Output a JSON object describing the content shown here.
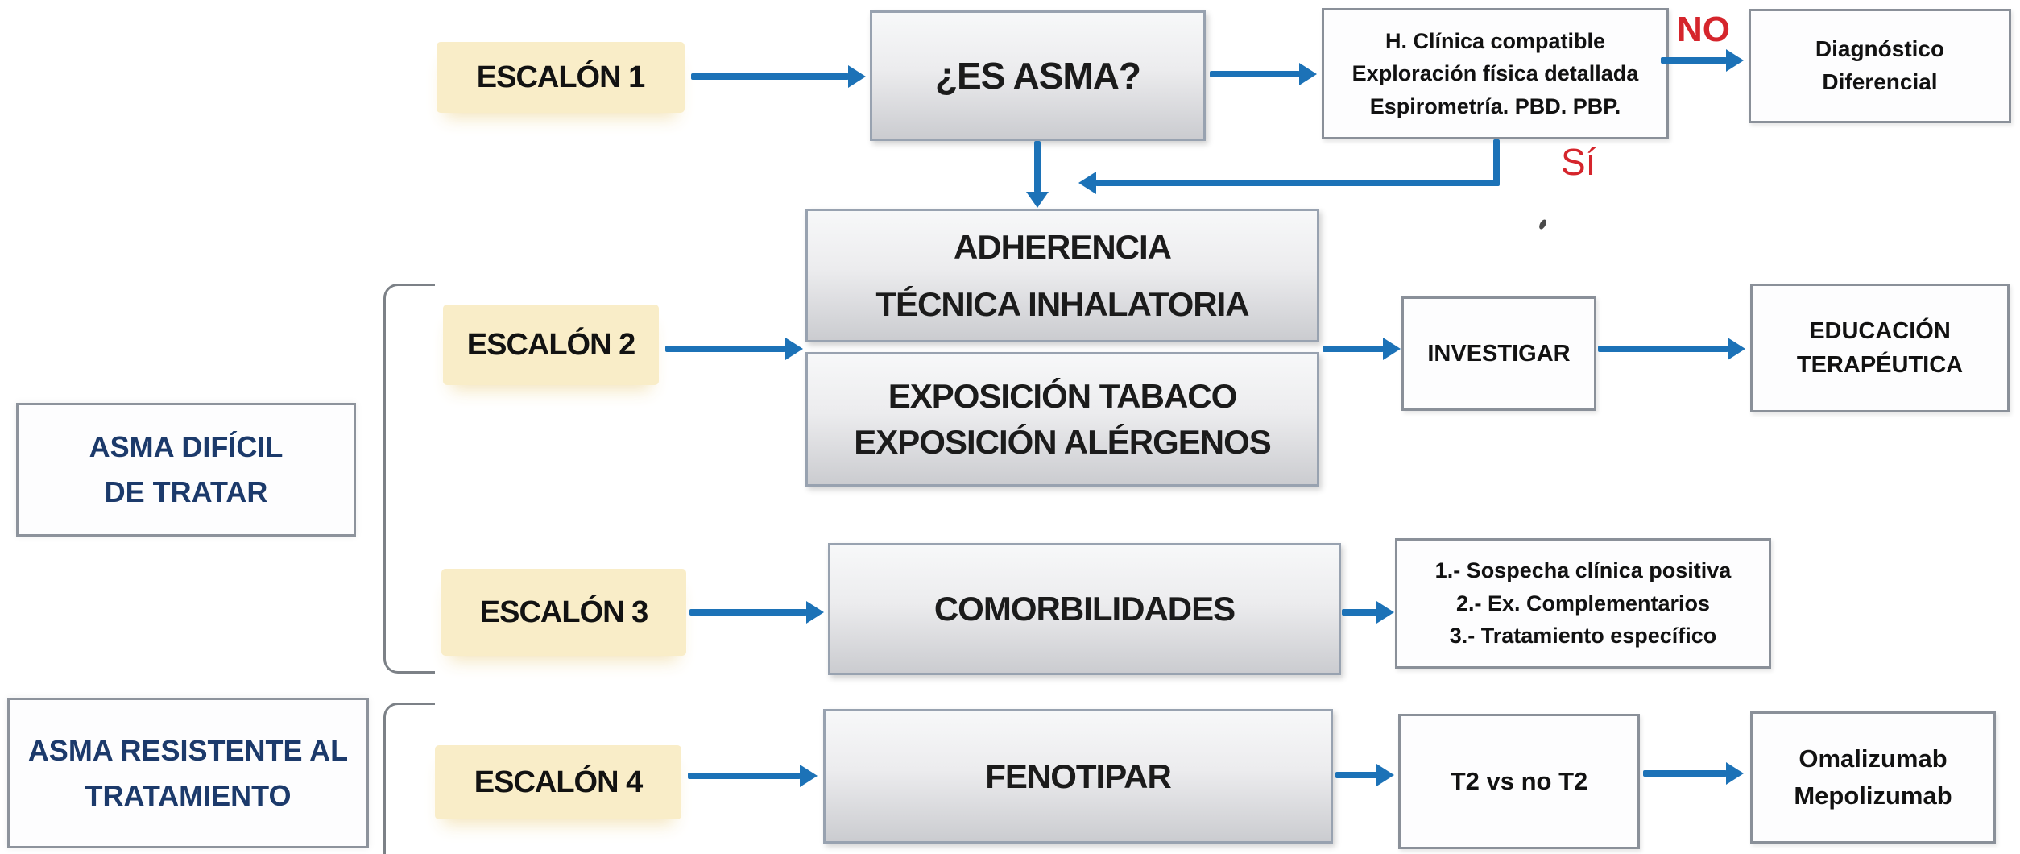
{
  "diagram": {
    "row1": {
      "step": "ESCALÓN 1",
      "question": "¿ES ASMA?",
      "criteria": [
        "H. Clínica compatible",
        "Exploración física detallada",
        "Espirometría. PBD. PBP."
      ],
      "no_label": "NO",
      "yes_label": "Sí",
      "differential": [
        "Diagnóstico",
        "Diferencial"
      ]
    },
    "row2": {
      "step": "ESCALÓN 2",
      "check_adherence": [
        "ADHERENCIA",
        "TÉCNICA INHALATORIA"
      ],
      "check_exposure": [
        "EXPOSICIÓN TABACO",
        "EXPOSICIÓN ALÉRGENOS"
      ],
      "action": "INVESTIGAR",
      "outcome": [
        "EDUCACIÓN",
        "TERAPÉUTICA"
      ]
    },
    "row3": {
      "step": "ESCALÓN 3",
      "check": "COMORBILIDADES",
      "plan": [
        "1.- Sospecha clínica positiva",
        "2.- Ex. Complementarios",
        "3.- Tratamiento específico"
      ]
    },
    "row4": {
      "step": "ESCALÓN 4",
      "check": "FENOTIPAR",
      "action": "T2 vs no T2",
      "outcome": [
        "Omalizumab",
        "Mepolizumab"
      ]
    },
    "categories": {
      "difficult": [
        "ASMA DIFÍCIL",
        "DE TRATAR"
      ],
      "resistant": [
        "ASMA RESISTENTE AL",
        "TRATAMIENTO"
      ]
    },
    "colors": {
      "arrow_blue": "#1c72b7",
      "step_yellow": "#f9edc8",
      "category_navy": "#1c3a6b",
      "alert_red": "#d5252c",
      "box_border_gray": "#98a2b0"
    }
  }
}
